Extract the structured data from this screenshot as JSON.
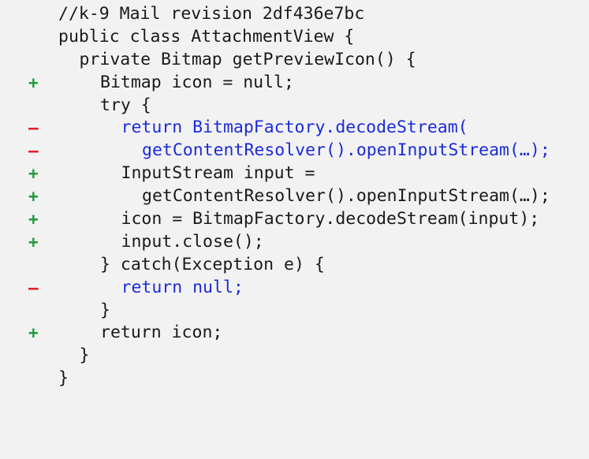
{
  "code": {
    "lines": [
      {
        "marker": "",
        "status": "context",
        "indent": 0,
        "text": "//k-9 Mail revision 2df436e7bc"
      },
      {
        "marker": "",
        "status": "context",
        "indent": 0,
        "text": "public class AttachmentView {"
      },
      {
        "marker": "",
        "status": "context",
        "indent": 1,
        "text": "private Bitmap getPreviewIcon() {"
      },
      {
        "marker": "+",
        "status": "added",
        "indent": 2,
        "text": "Bitmap icon = null;"
      },
      {
        "marker": "",
        "status": "context",
        "indent": 2,
        "text": "try {"
      },
      {
        "marker": "–",
        "status": "removed",
        "indent": 3,
        "text": "return BitmapFactory.decodeStream("
      },
      {
        "marker": "–",
        "status": "removed",
        "indent": 4,
        "text": "getContentResolver().openInputStream(…);"
      },
      {
        "marker": "+",
        "status": "added",
        "indent": 3,
        "text": "InputStream input ="
      },
      {
        "marker": "+",
        "status": "added",
        "indent": 4,
        "text": "getContentResolver().openInputStream(…);"
      },
      {
        "marker": "+",
        "status": "added",
        "indent": 3,
        "text": "icon = BitmapFactory.decodeStream(input);"
      },
      {
        "marker": "+",
        "status": "added",
        "indent": 3,
        "text": "input.close();"
      },
      {
        "marker": "",
        "status": "context",
        "indent": 2,
        "text": "} catch(Exception e) {"
      },
      {
        "marker": "–",
        "status": "removed",
        "indent": 3,
        "text": "return null;"
      },
      {
        "marker": "",
        "status": "context",
        "indent": 2,
        "text": "}"
      },
      {
        "marker": "+",
        "status": "added",
        "indent": 2,
        "text": "return icon;"
      },
      {
        "marker": "",
        "status": "context",
        "indent": 1,
        "text": "}"
      },
      {
        "marker": "",
        "status": "context",
        "indent": 0,
        "text": "}"
      }
    ]
  },
  "colors": {
    "background": "#f2f2f2",
    "text": "#1a1a1a",
    "removed_code": "#1c2bd6",
    "added_marker": "#1e9b3c",
    "removed_marker": "#e0202c"
  }
}
